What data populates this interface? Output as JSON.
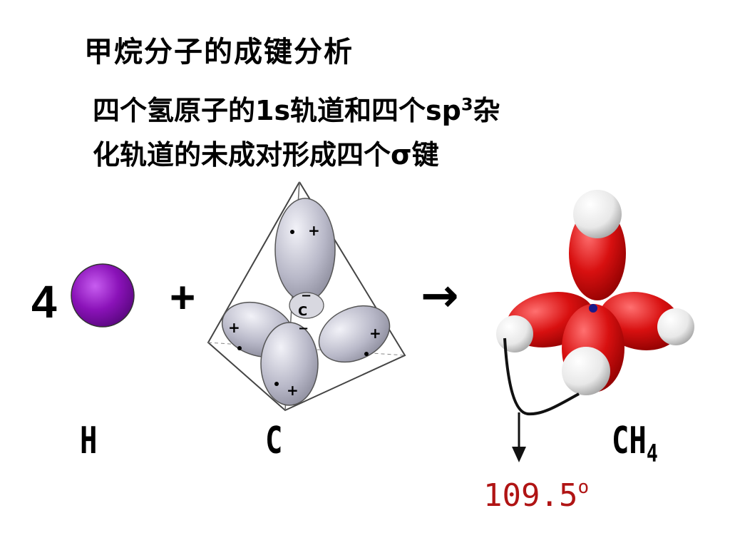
{
  "title": "甲烷分子的成键分析",
  "description": {
    "line1_pre": "四个氢原子的1s轨道和四个sp",
    "line1_sup": "3",
    "line1_post": "杂",
    "line2": "化轨道的未成对形成四个σ键"
  },
  "equation": {
    "coefficient": "4",
    "plus": "+",
    "arrow": "→"
  },
  "orbital_signs": {
    "plus": "+",
    "minus": "−",
    "center": "C"
  },
  "labels": {
    "hydrogen": "H",
    "carbon": "C",
    "methane_base": "CH",
    "methane_sub": "4"
  },
  "bond_angle": {
    "value": "109.5",
    "unit": "o"
  },
  "colors": {
    "hydrogen_atom": "#8a12b8",
    "orbital_lobe": "#b8b8c8",
    "methane_lobe": "#d81010",
    "methane_h": "#f2f2f2",
    "angle_text": "#b01414"
  }
}
